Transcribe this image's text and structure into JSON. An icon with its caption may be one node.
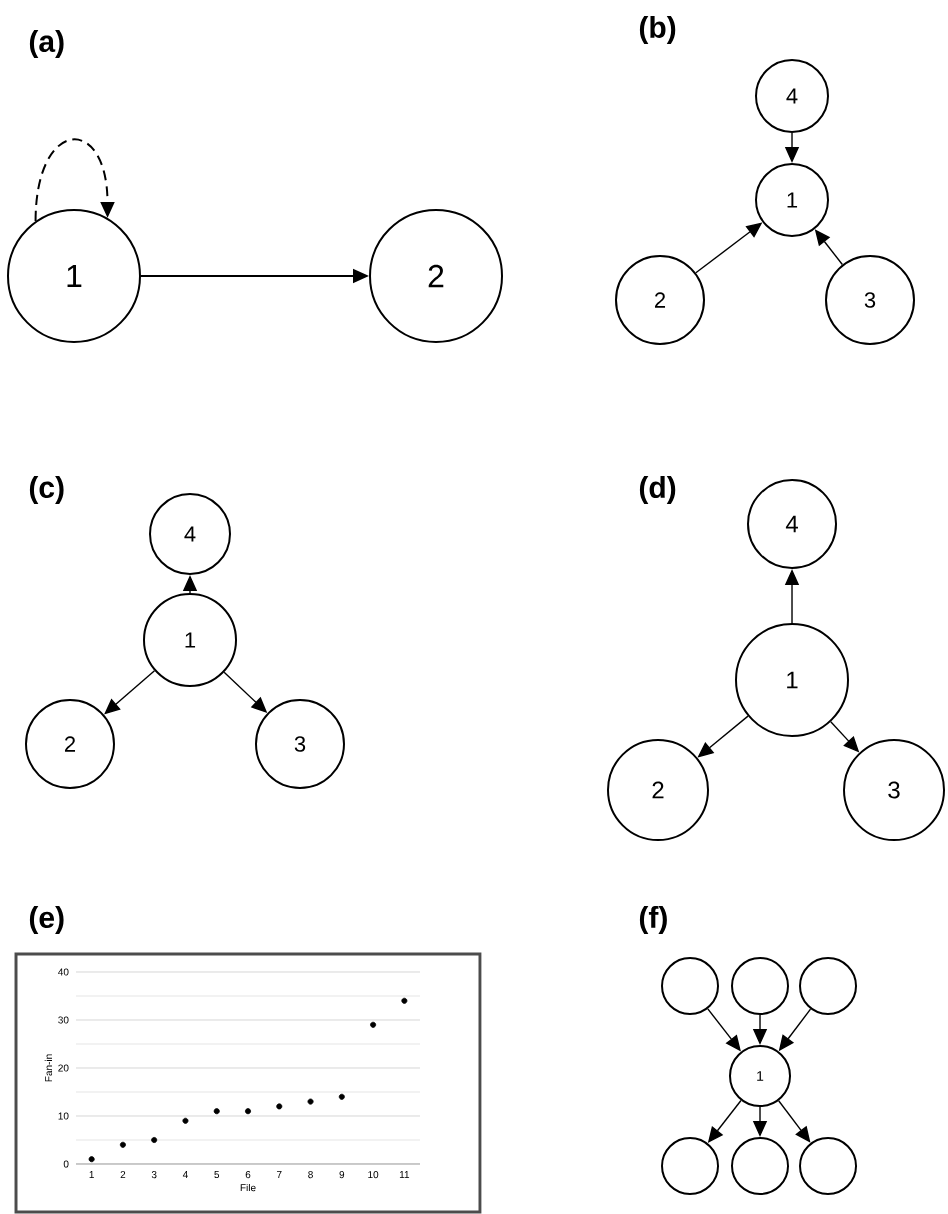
{
  "diagram": {
    "nodes": [
      {
        "text": [
          "1"
        ]
      },
      {
        "text": [
          "2"
        ]
      },
      {
        "text": [
          "4"
        ]
      },
      {
        "text": [
          "1"
        ]
      },
      {
        "text": [
          "2"
        ]
      },
      {
        "text": [
          "3"
        ]
      },
      {
        "text": [
          "4"
        ]
      },
      {
        "text": [
          "1"
        ]
      },
      {
        "text": [
          "2"
        ]
      },
      {
        "text": [
          "3"
        ]
      },
      {
        "text": [
          "4"
        ]
      },
      {
        "text": [
          "1"
        ]
      },
      {
        "text": [
          "2"
        ]
      },
      {
        "text": [
          "3"
        ]
      },
      {
        "text": [],
        "shape": "circle"
      },
      {
        "text": [],
        "shape": "circle"
      },
      {
        "text": [],
        "shape": "circle"
      },
      {
        "text": [
          "1"
        ]
      },
      {
        "text": [],
        "shape": "circle"
      },
      {
        "text": [],
        "shape": "circle"
      },
      {
        "text": [],
        "shape": "circle"
      }
    ],
    "edges": [
      {
        "from": 0,
        "to": 0,
        "arrow": "to",
        "style": "dashed"
      },
      {
        "from": 0,
        "to": 1,
        "arrow": "to"
      },
      {
        "from": 2,
        "to": 3,
        "arrow": "to"
      },
      {
        "from": 4,
        "to": 3,
        "arrow": "to"
      },
      {
        "from": 5,
        "to": 3,
        "arrow": "to"
      },
      {
        "from": 7,
        "to": 6,
        "arrow": "to"
      },
      {
        "from": 7,
        "to": 8,
        "arrow": "to"
      },
      {
        "from": 7,
        "to": 9,
        "arrow": "to"
      },
      {
        "from": 11,
        "to": 10,
        "arrow": "to"
      },
      {
        "from": 11,
        "to": 12,
        "arrow": "to"
      },
      {
        "from": 11,
        "to": 13,
        "arrow": "to"
      },
      {
        "from": 14,
        "to": 17,
        "arrow": "to"
      },
      {
        "from": 15,
        "to": 17,
        "arrow": "to"
      },
      {
        "from": 16,
        "to": 17,
        "arrow": "to"
      },
      {
        "from": 17,
        "to": 18,
        "arrow": "to"
      },
      {
        "from": 17,
        "to": 19,
        "arrow": "to"
      },
      {
        "from": 17,
        "to": 20,
        "arrow": "to"
      }
    ],
    "labels": [
      "(a)",
      "(b)",
      "(c)",
      "(d)",
      "(e)",
      "(f)"
    ],
    "chart_data": {
      "type": "scatter",
      "xlabel": "File",
      "ylabel": "Fan-in",
      "x": [
        1,
        2,
        3,
        4,
        5,
        6,
        7,
        8,
        9,
        10,
        11
      ],
      "series": [
        {
          "color": "#000000",
          "values": [
            1,
            4,
            5,
            9,
            11,
            11,
            12,
            13,
            14,
            29,
            34
          ]
        }
      ],
      "xlim": [
        0.5,
        11.5
      ],
      "ylim": [
        0,
        40
      ],
      "xticks": [
        1,
        2,
        3,
        4,
        5,
        6,
        7,
        8,
        9,
        10,
        11
      ],
      "yticks": [
        0,
        10,
        20,
        30,
        40
      ],
      "grid": true
    }
  }
}
